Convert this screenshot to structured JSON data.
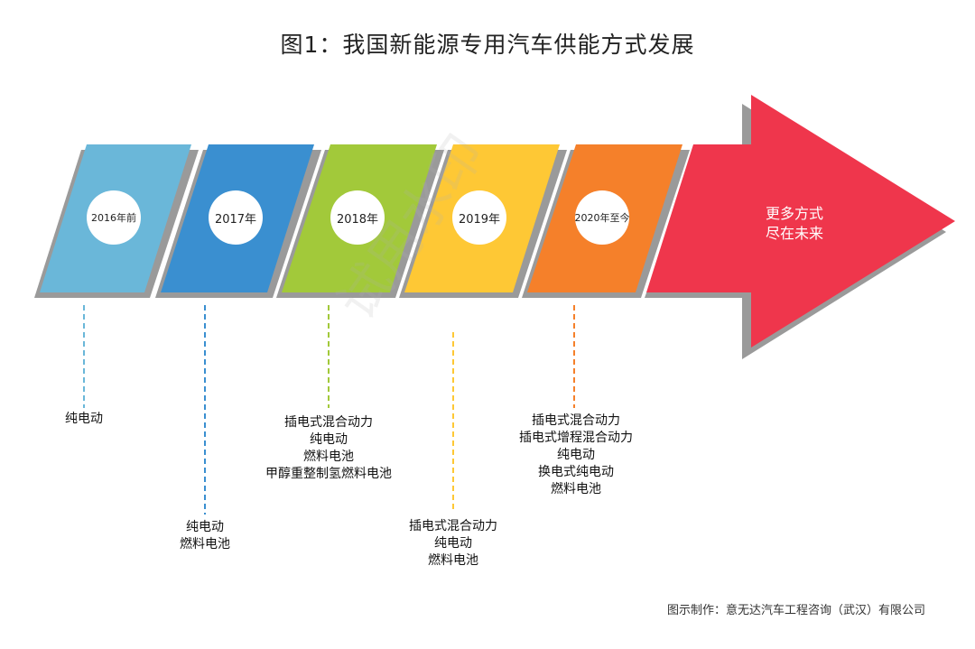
{
  "title": "图1：我国新能源专用汽车供能方式发展",
  "stages": [
    {
      "year": "2016年前",
      "color": "#6ab7d9",
      "items": [
        "纯电动"
      ]
    },
    {
      "year": "2017年",
      "color": "#3a8fd0",
      "items": [
        "纯电动",
        "燃料电池"
      ]
    },
    {
      "year": "2018年",
      "color": "#a2c93a",
      "items": [
        "插电式混合动力",
        "纯电动",
        "燃料电池",
        "甲醇重整制氢燃料电池"
      ]
    },
    {
      "year": "2019年",
      "color": "#fec835",
      "items": [
        "插电式混合动力",
        "纯电动",
        "燃料电池"
      ]
    },
    {
      "year": "2020年至今",
      "color": "#f5802a",
      "items": [
        "插电式混合动力",
        "插电式增程混合动力",
        "纯电动",
        "换电式纯电动",
        "燃料电池"
      ]
    }
  ],
  "arrow": {
    "line1": "更多方式",
    "line2": "尽在未来",
    "color": "#ef364c"
  },
  "watermark": "试用水印",
  "credit": "图示制作：意无达汽车工程咨询（武汉）有限公司"
}
